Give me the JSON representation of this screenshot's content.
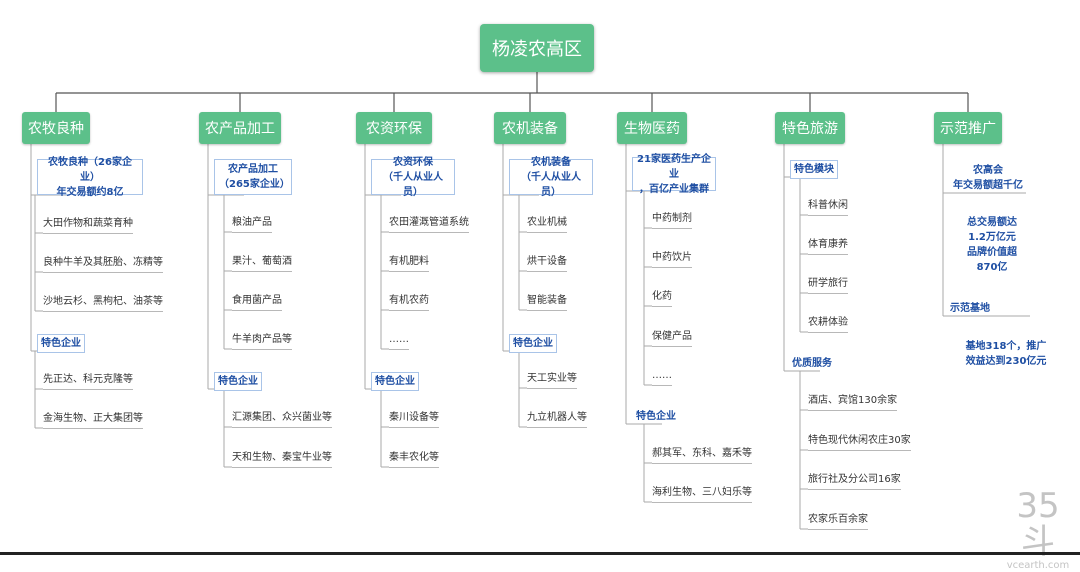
{
  "root": "杨凌农高区",
  "columns": [
    {
      "title": "农牧良种",
      "groups": [
        {
          "header": "农牧良种（26家企业）\n年交易额约8亿",
          "items": [
            "大田作物和蔬菜育种",
            "良种牛羊及其胚胎、冻精等",
            "沙地云杉、黑枸杞、油茶等"
          ]
        },
        {
          "header": "特色企业",
          "items": [
            "先正达、科元克隆等",
            "金海生物、正大集团等"
          ]
        }
      ]
    },
    {
      "title": "农产品加工",
      "groups": [
        {
          "header": "农产品加工\n（265家企业）",
          "items": [
            "粮油产品",
            "果汁、葡萄酒",
            "食用菌产品",
            "牛羊肉产品等"
          ]
        },
        {
          "header": "特色企业",
          "items": [
            "汇源集团、众兴菌业等",
            "天和生物、秦宝牛业等"
          ]
        }
      ]
    },
    {
      "title": "农资环保",
      "groups": [
        {
          "header": "农资环保\n（千人从业人员）",
          "items": [
            "农田灌溉管道系统",
            "有机肥料",
            "有机农药",
            "……"
          ]
        },
        {
          "header": "特色企业",
          "items": [
            "秦川设备等",
            "秦丰农化等"
          ]
        }
      ]
    },
    {
      "title": "农机装备",
      "groups": [
        {
          "header": "农机装备\n（千人从业人员）",
          "items": [
            "农业机械",
            "烘干设备",
            "智能装备"
          ]
        },
        {
          "header": "特色企业",
          "items": [
            "天工实业等",
            "九立机器人等"
          ]
        }
      ]
    },
    {
      "title": "生物医药",
      "groups": [
        {
          "header": "21家医药生产企业\n，百亿产业集群",
          "items": [
            "中药制剂",
            "中药饮片",
            "化药",
            "保健产品",
            "……"
          ]
        },
        {
          "header": "特色企业",
          "items": [
            "郝其军、东科、嘉禾等",
            "海利生物、三八妇乐等"
          ]
        }
      ]
    },
    {
      "title": "特色旅游",
      "groups": [
        {
          "header": "特色模块",
          "items": [
            "科普休闲",
            "体育康养",
            "研学旅行",
            "农耕体验"
          ]
        },
        {
          "header": "优质服务",
          "items": [
            "酒店、宾馆130余家",
            "特色现代休闲农庄30家",
            "旅行社及分公司16家",
            "农家乐百余家"
          ]
        }
      ]
    },
    {
      "title": "示范推广",
      "groups": [
        {
          "header": "农高会\n年交易额超千亿",
          "items": [
            "总交易额达\n1.2万亿元\n品牌价值超\n870亿"
          ]
        },
        {
          "header": "示范基地",
          "items": [
            "基地318个，推广\n效益达到230亿元"
          ]
        }
      ]
    }
  ],
  "watermark": {
    "brand": "35斗",
    "url": "vcearth.com"
  }
}
